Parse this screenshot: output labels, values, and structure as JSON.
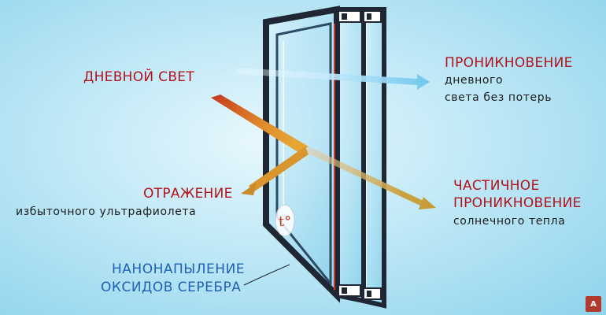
{
  "labels": {
    "daylight": "ДНЕВНОЙ СВЕТ",
    "penetration_title": "ПРОНИКНОВЕНИЕ",
    "penetration_line1": "дневного",
    "penetration_line2": "света без потерь",
    "reflection_title": "ОТРАЖЕНИЕ",
    "reflection_sub": "избыточного  ультрафиолета",
    "partial_line1": "ЧАСТИЧНОЕ",
    "partial_line2": "ПРОНИКНОВЕНИЕ",
    "partial_sub": "солнечного тепла",
    "coating_line1": "НАНОНАПЫЛЕНИЕ",
    "coating_line2": "ОКСИДОВ СЕРЕБРА",
    "glass_badge": "t°",
    "watermark": "А"
  },
  "icons": {
    "light_arrow": "light-arrow",
    "reflection_arrow": "reflection-arrow",
    "heat_arrow": "heat-arrow",
    "coating_badge": "thermometer-badge"
  },
  "colors": {
    "title_red": "#b3121b",
    "body_dark": "#1c1c1c",
    "coating_blue": "#1f62b4",
    "frame": "#1e2733"
  }
}
